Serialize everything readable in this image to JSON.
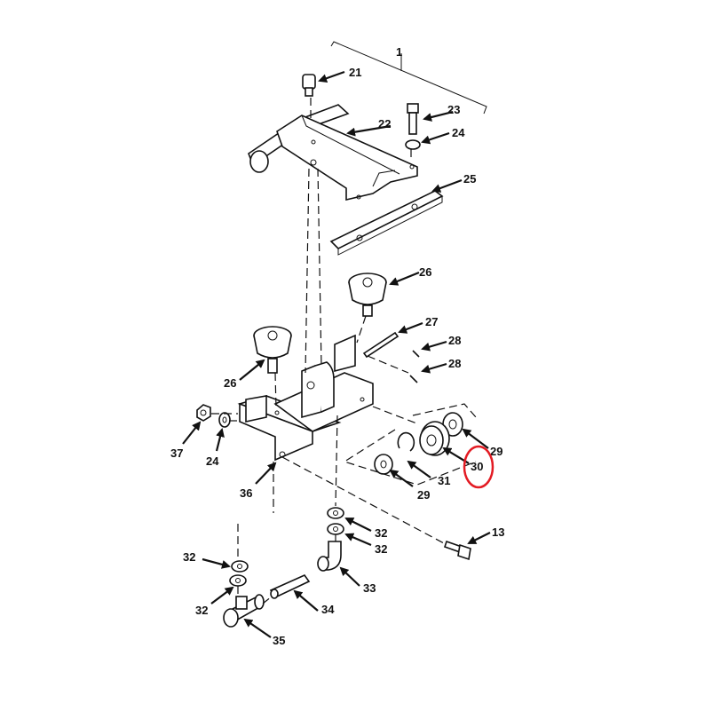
{
  "callouts": {
    "c1": "1",
    "c21": "21",
    "c22": "22",
    "c23": "23",
    "c24a": "24",
    "c25": "25",
    "c26a": "26",
    "c26b": "26",
    "c27": "27",
    "c28a": "28",
    "c28b": "28",
    "c29a": "29",
    "c29b": "29",
    "c30": "30",
    "c31": "31",
    "c36": "36",
    "c37": "37",
    "c24b": "24",
    "c32a": "32",
    "c32b": "32",
    "c32c": "32",
    "c32d": "32",
    "c13": "13",
    "c33": "33",
    "c34": "34",
    "c35": "35"
  },
  "highlight": {
    "color": "#e31b23",
    "target": "30"
  },
  "line_color": "#111111"
}
